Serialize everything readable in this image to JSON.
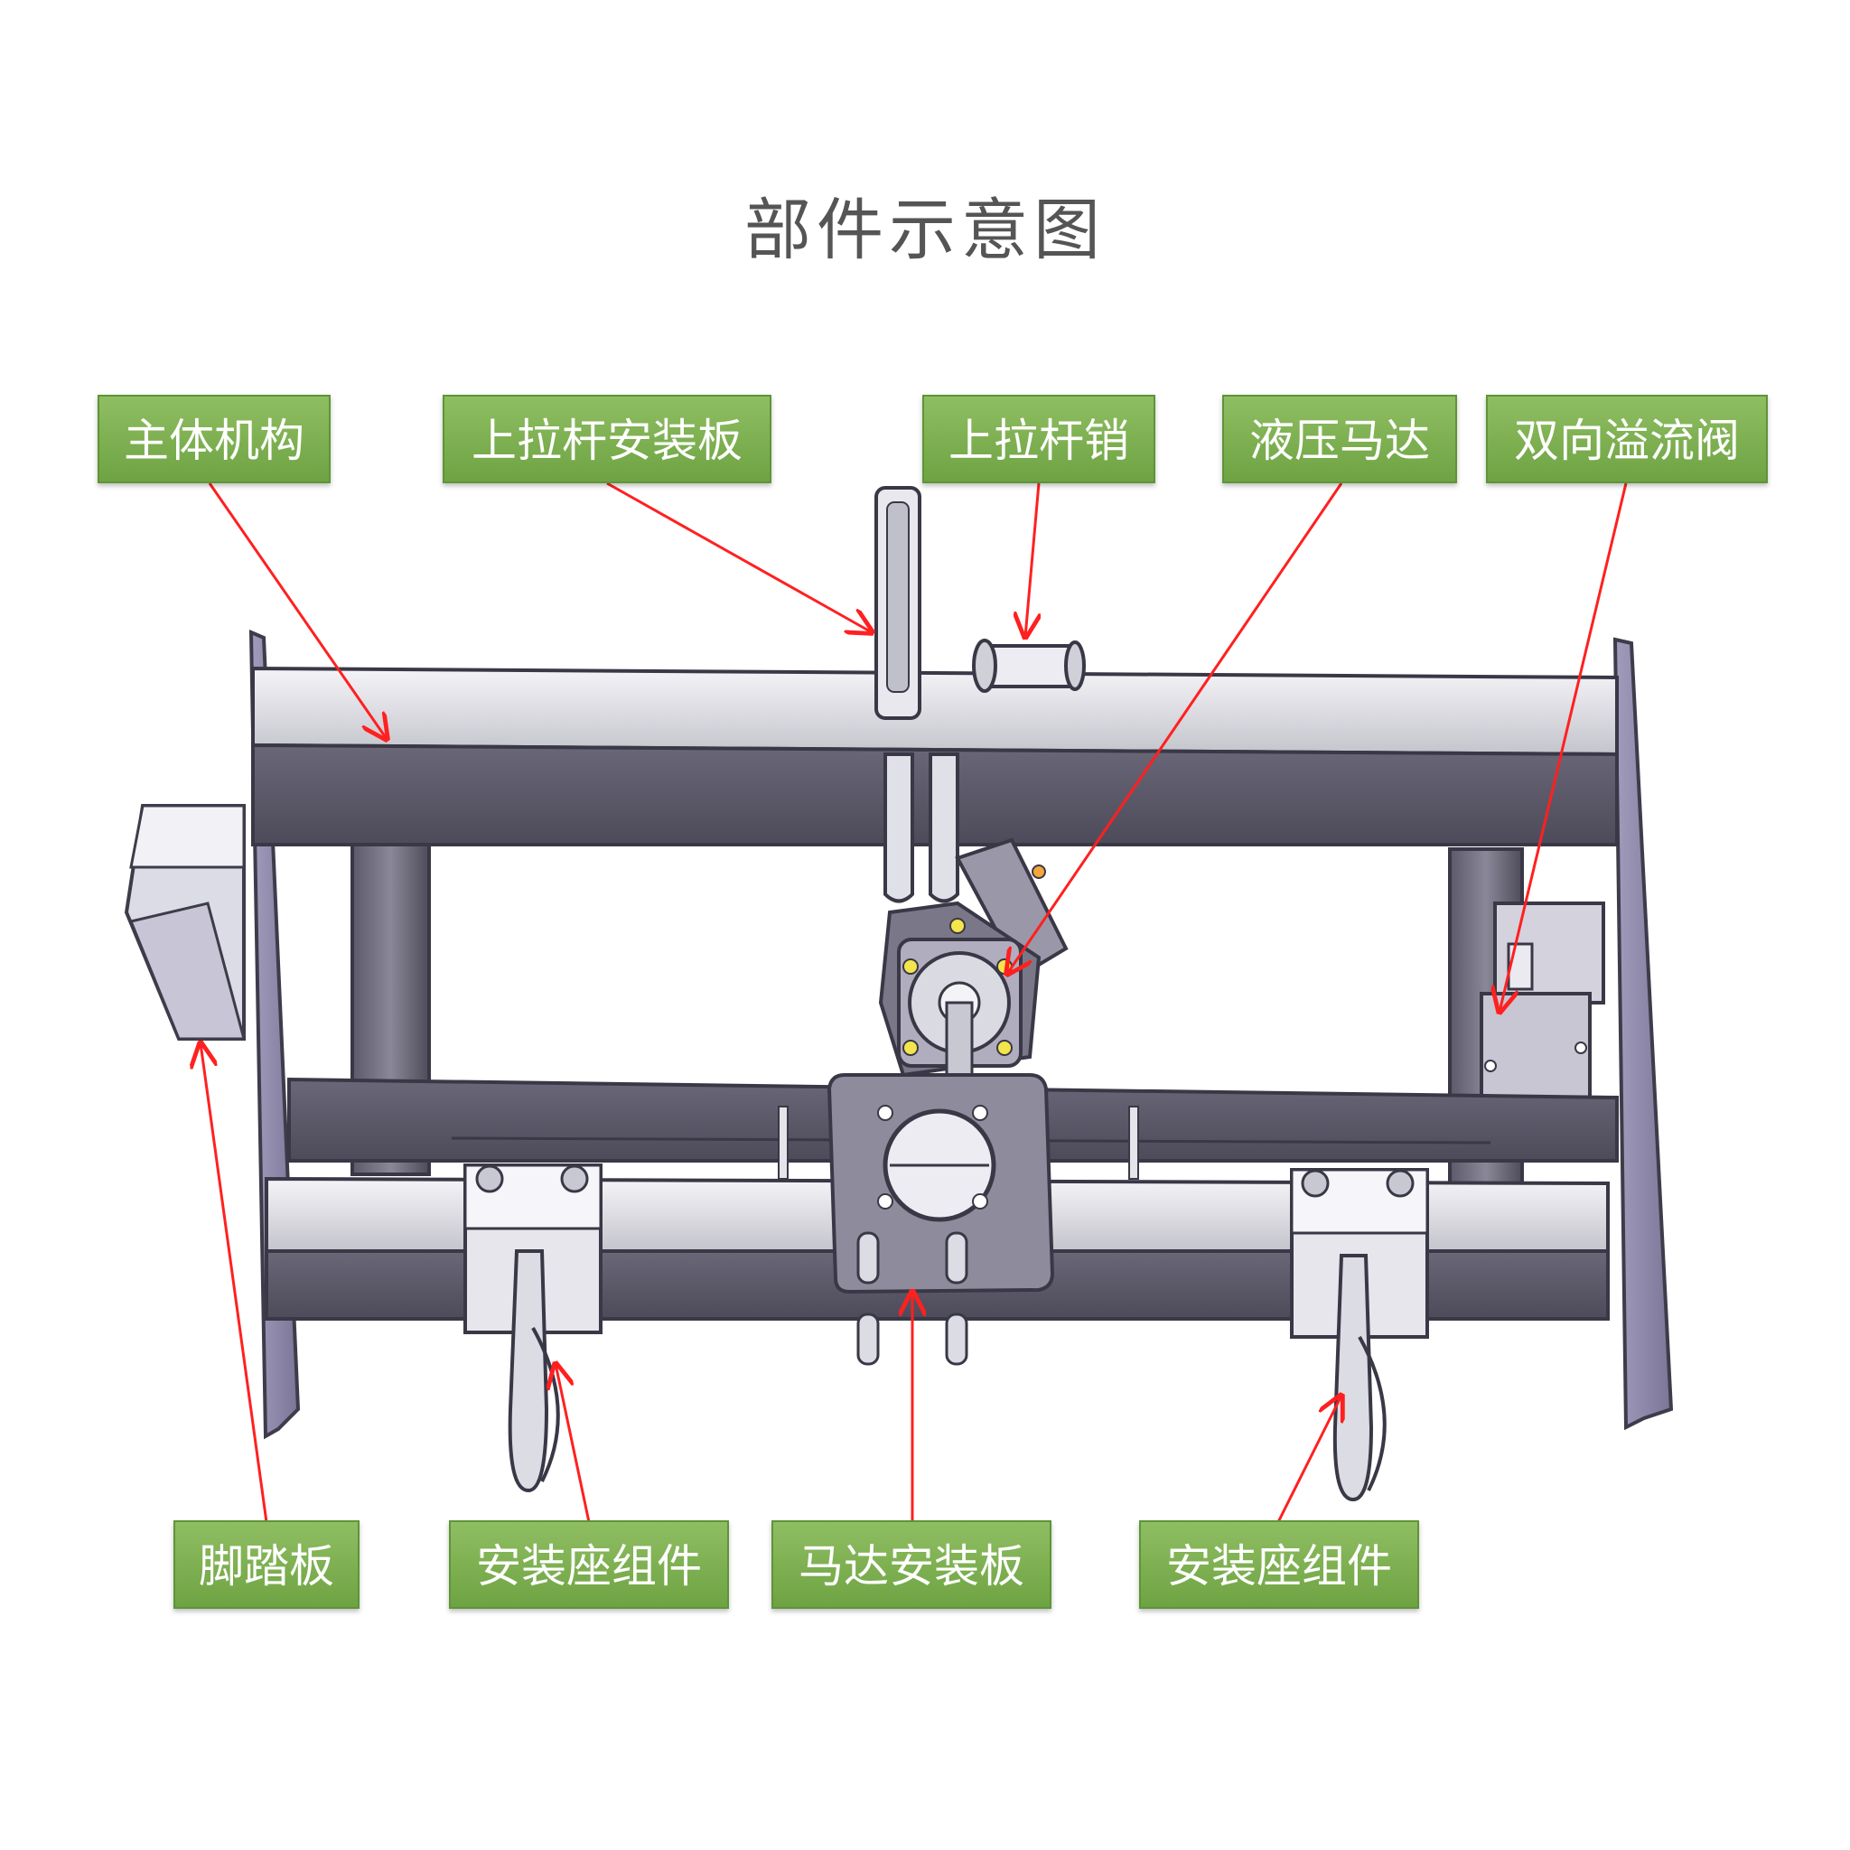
{
  "title": "部件示意图",
  "labels": {
    "main_body": "主体机构",
    "upper_link_plate": "上拉杆安装板",
    "upper_link_pin": "上拉杆销",
    "hydraulic_motor": "液压马达",
    "relief_valve": "双向溢流阀",
    "foot_pedal": "脚踏板",
    "mount_seat_left": "安装座组件",
    "motor_plate": "马达安装板",
    "mount_seat_right": "安装座组件"
  },
  "colors": {
    "label_green": "#79ad4c",
    "arrow_red": "#ff2020",
    "frame_dark": "#5a5868",
    "frame_light": "#d8d8e0",
    "plate_purple": "#8c86a8"
  }
}
